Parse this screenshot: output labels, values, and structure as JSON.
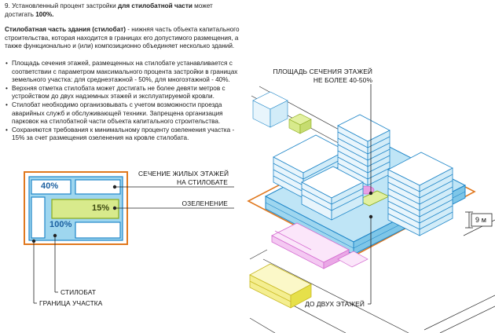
{
  "heading": {
    "number": "9.",
    "part1": "Установленный процент застройки",
    "bold": "для стилобатной части",
    "part2": "может достигать",
    "percent": "100%."
  },
  "definition": {
    "term": "Стилобатная часть здания (стилобат)",
    "text": " - нижняя часть объекта капитального строительства, которая находится в границах его допустимого размещения, а также функционально и (или) композиционно объединяет несколько зданий."
  },
  "bullets": [
    "Площадь сечения этажей, размещенных на стилобате устанавливается с соответствии с параметром максимального процента застройки в границах земельного участка: для среднеэтажной - 50%, для многоэтажной - 40%.",
    "Верхняя отметка стилобата может достигать не более девяти метров с устройством до двух надземных этажей и эксплуатируемой кровли.",
    "Стилобат необходимо организовывать с учетом возможности проезда аварийных служб и обслуживающей техники. Запрещена организация парковок на стилобатной части объекта капитального строительства.",
    "Сохраняются требования к минимальному проценту озеленения участка - 15% за счет размещения озеленения на кровле стилобата."
  ],
  "scheme": {
    "pct_residential": "40%",
    "pct_green": "15%",
    "pct_stylobate": "100%",
    "label_residential": [
      "СЕЧЕНИЕ ЖИЛЫХ ЭТАЖЕЙ",
      "НА СТИЛОБАТЕ"
    ],
    "label_green": "ОЗЕЛЕНЕНИЕ",
    "label_stylobate": "СТИЛОБАТ",
    "label_boundary": "ГРАНИЦА УЧАСТКА"
  },
  "iso": {
    "label_area": [
      "ПЛОЩАДЬ СЕЧЕНИЯ ЭТАЖЕЙ",
      "НЕ БОЛЕЕ 40-50%"
    ],
    "label_height": "9 м",
    "label_floors": "ДО ДВУХ ЭТАЖЕЙ"
  },
  "colors": {
    "boundary": "#e0781e",
    "stylobate_fill": "#9ed6ef",
    "blue_line": "#1f86c8",
    "dark_blue_text": "#1a5fa0",
    "green_fill": "#d8ea8c",
    "green_stroke": "#8aaa1a",
    "pink": "#d46ad0",
    "yellow": "#e6e04a"
  }
}
